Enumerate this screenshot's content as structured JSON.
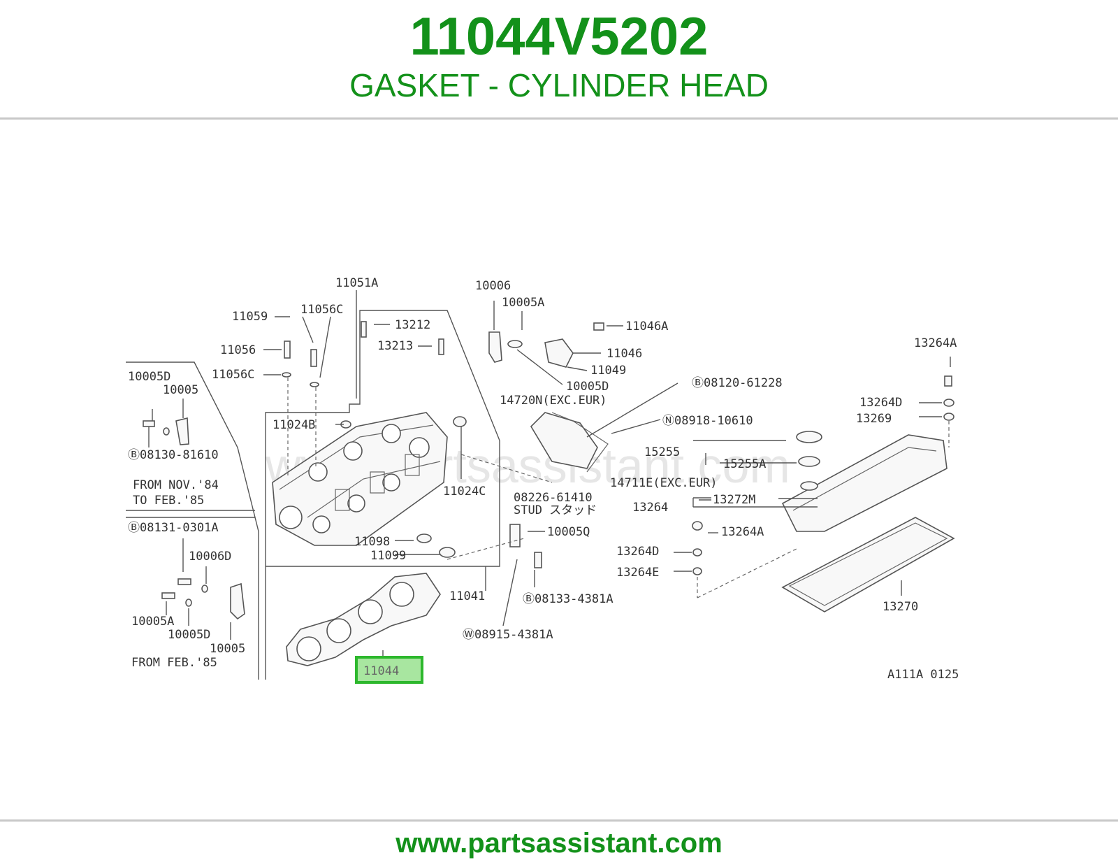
{
  "header": {
    "part_number": "11044V5202",
    "description": "GASKET - CYLINDER HEAD"
  },
  "footer": {
    "url": "www.partsassistant.com"
  },
  "colors": {
    "accent": "#13911a",
    "highlight_border": "#2db82d",
    "highlight_fill": "#a8e6a0"
  },
  "diagram": {
    "watermark": "www.partsassistant.com",
    "figure_code": "A111A 0125",
    "highlighted_part": "11044",
    "labels": [
      {
        "text": "11051A"
      },
      {
        "text": "10006"
      },
      {
        "text": "10005A"
      },
      {
        "text": "11059"
      },
      {
        "text": "11056C"
      },
      {
        "text": "13212"
      },
      {
        "text": "11046A"
      },
      {
        "text": "11056"
      },
      {
        "text": "13213"
      },
      {
        "text": "11046"
      },
      {
        "text": "11049"
      },
      {
        "text": "13264A"
      },
      {
        "text": "10005D"
      },
      {
        "text": "11056C"
      },
      {
        "text": "10005D"
      },
      {
        "text": "10005"
      },
      {
        "text": "Ⓑ08120-61228"
      },
      {
        "text": "14720N(EXC.EUR)"
      },
      {
        "text": "13264D"
      },
      {
        "text": "11024B"
      },
      {
        "text": "13269"
      },
      {
        "text": "Ⓝ08918-10610"
      },
      {
        "text": "Ⓑ08130-81610"
      },
      {
        "text": "15255"
      },
      {
        "text": "15255A"
      },
      {
        "text": "14711E(EXC.EUR)"
      },
      {
        "text": "11024C"
      },
      {
        "text": "08226-61410"
      },
      {
        "text": "STUD スタッド"
      },
      {
        "text": "13272M"
      },
      {
        "text": "13264"
      },
      {
        "text": "Ⓑ08131-0301A"
      },
      {
        "text": "11098"
      },
      {
        "text": "10005Q"
      },
      {
        "text": "13264A"
      },
      {
        "text": "11099"
      },
      {
        "text": "13264D"
      },
      {
        "text": "10006D"
      },
      {
        "text": "13264E"
      },
      {
        "text": "11041"
      },
      {
        "text": "Ⓑ08133-4381A"
      },
      {
        "text": "13270"
      },
      {
        "text": "10005A"
      },
      {
        "text": "10005D"
      },
      {
        "text": "Ⓦ08915-4381A"
      },
      {
        "text": "10005"
      }
    ],
    "notes": [
      "FROM NOV.'84",
      "TO FEB.'85",
      "FROM FEB.'85"
    ]
  }
}
